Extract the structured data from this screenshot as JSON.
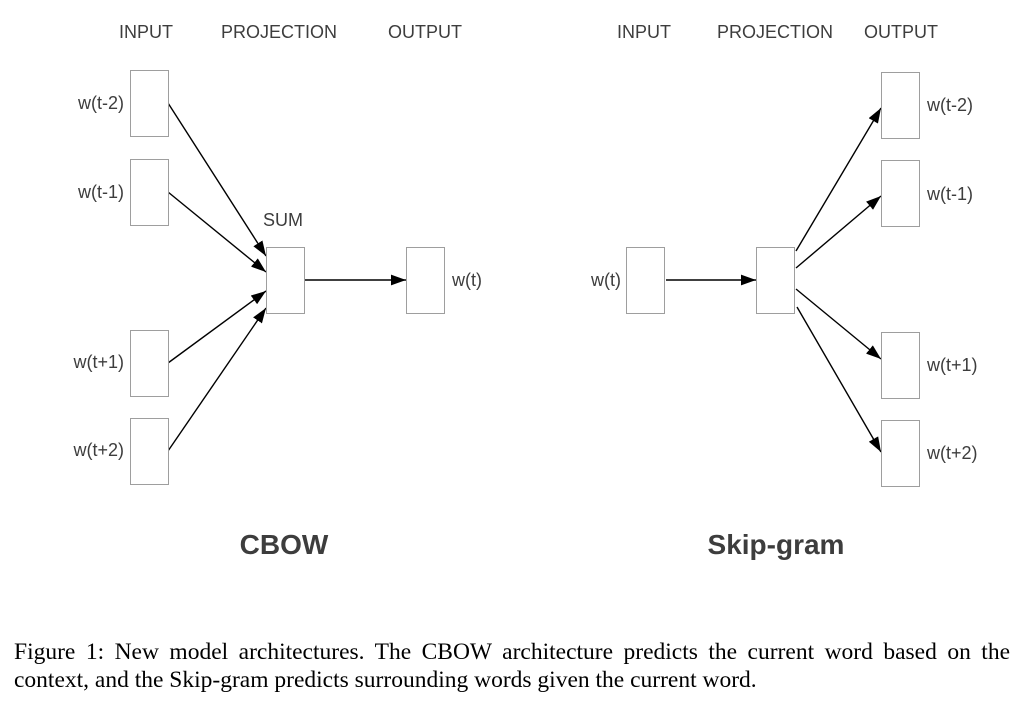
{
  "headers": {
    "cbow": [
      "INPUT",
      "PROJECTION",
      "OUTPUT"
    ],
    "skipgram": [
      "INPUT",
      "PROJECTION",
      "OUTPUT"
    ]
  },
  "cbow": {
    "title": "CBOW",
    "sum_label": "SUM",
    "input_labels": [
      "w(t-2)",
      "w(t-1)",
      "w(t+1)",
      "w(t+2)"
    ],
    "output_label": "w(t)"
  },
  "skipgram": {
    "title": "Skip-gram",
    "input_label": "w(t)",
    "output_labels": [
      "w(t-2)",
      "w(t-1)",
      "w(t+1)",
      "w(t+2)"
    ]
  },
  "caption": {
    "line1": "Figure 1: New model architectures. The CBOW architecture predicts the current word based on the",
    "line2": "context, and the Skip-gram predicts surrounding words given the current word."
  },
  "colors": {
    "box_border": "#9e9e9e",
    "label_text": "#3d3d3d",
    "arrow": "#000000",
    "caption_text": "#000000"
  }
}
